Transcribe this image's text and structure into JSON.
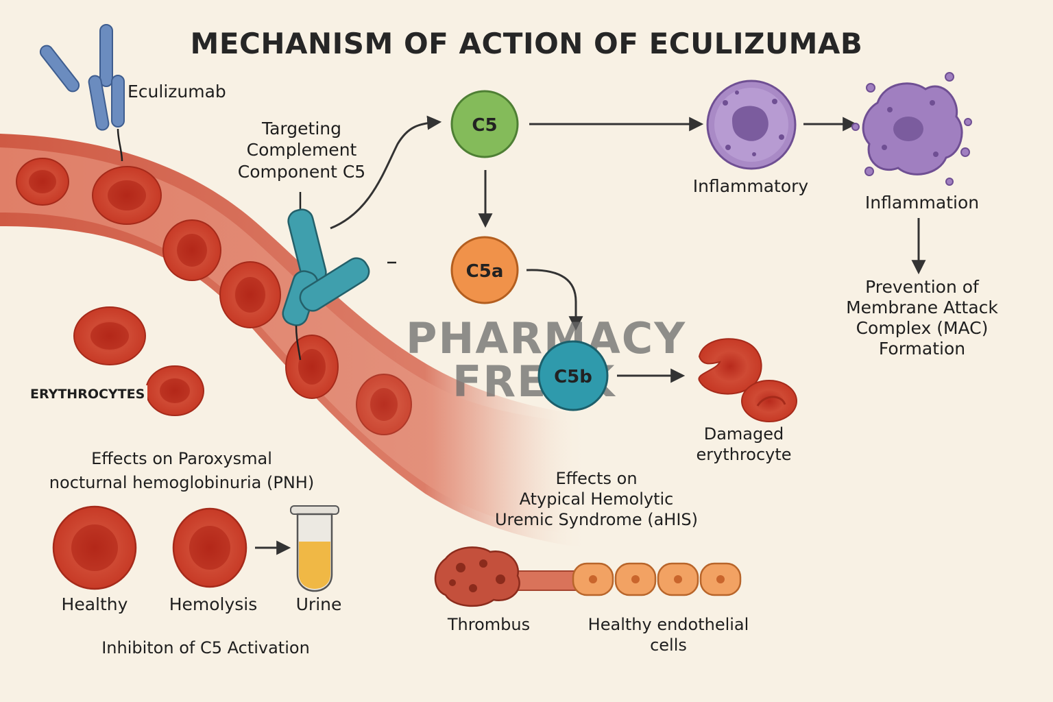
{
  "title": "MECHANISM OF ACTION OF ECULIZUMAB",
  "labels": {
    "eculizumab": "Eculizumab",
    "targeting": "Targeting\nComplement\nComponent C5",
    "erythrocytes": "ERYTHROCYTES",
    "inflammatory": "Inflammatory",
    "inflammation": "Inflammation",
    "prevention_mac": "Prevention of\nMembrane Attack\nComplex (MAC)\nFormation",
    "damaged_erythrocyte": "Damaged\nerythrocyte",
    "pnh_heading": "Effects on Paroxysmal\nnocturnal hemoglobinuria (PNH)",
    "healthy": "Healthy",
    "hemolysis": "Hemolysis",
    "urine": "Urine",
    "inhibition": "Inhibiton of C5 Activation",
    "ahus_heading": "Effects on\nAtypical Hemolytic\nUremic Syndrome (aHIS)",
    "thrombus": "Thrombus",
    "endothelial": "Healthy endothelial\ncells"
  },
  "nodes": {
    "c5": "C5",
    "c5a": "C5a",
    "c5b": "C5b"
  },
  "watermark": {
    "line1": "PHARMACY",
    "line2": "FREAK"
  },
  "colors": {
    "background": "#f8f1e4",
    "vessel": "#cf5a44",
    "rbc": "#c83a28",
    "antibody_top": "#6b8cbf",
    "antibody_main": "#3f9fad",
    "c5": "#84bb5a",
    "c5a": "#f0924a",
    "c5b": "#2f9aac",
    "cell_purple": "#a98ac6",
    "endothelial": "#f2a263",
    "urine": "#f0b845"
  },
  "icons": [
    "antibody-icon",
    "erythrocyte-icon",
    "inflammatory-cell-icon",
    "test-tube-icon",
    "thrombus-icon",
    "arrow-icon"
  ]
}
